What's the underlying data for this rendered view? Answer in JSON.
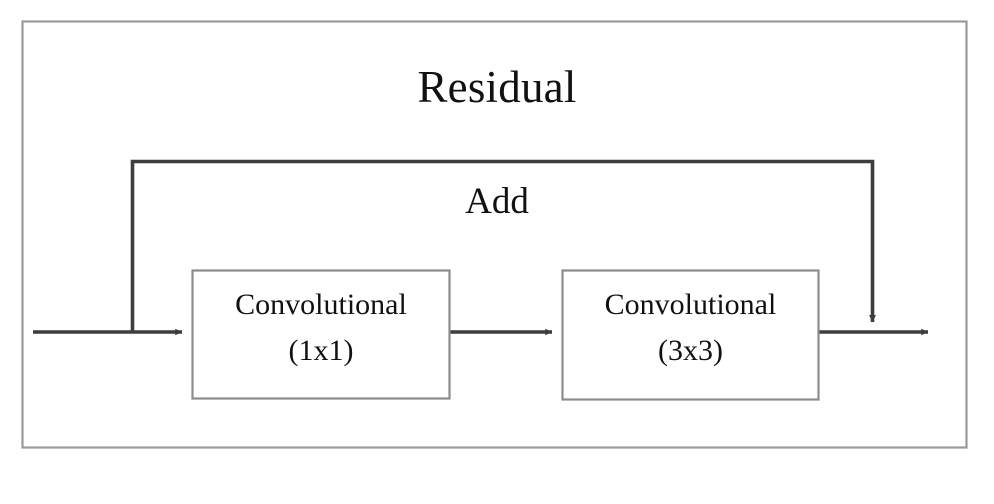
{
  "diagram": {
    "title": "Residual",
    "skip_connection_label": "Add",
    "blocks": [
      {
        "id": "conv-1x1",
        "line1": "Convolutional",
        "line2": "(1x1)"
      },
      {
        "id": "conv-3x3",
        "line1": "Convolutional",
        "line2": "(3x3)"
      }
    ],
    "colors": {
      "frame_border": "#9a9a9a",
      "block_border": "#8c8c8c",
      "block_fill": "#ffffff",
      "connector": "#3d3d3d",
      "text": "#111111",
      "background": "#ffffff"
    },
    "connectors": [
      {
        "id": "input-arrow",
        "from": "input",
        "to": "conv-1x1",
        "kind": "arrow"
      },
      {
        "id": "conv1-to-conv2-arrow",
        "from": "conv-1x1",
        "to": "conv-3x3",
        "kind": "arrow"
      },
      {
        "id": "conv2-to-output-arrow",
        "from": "conv-3x3",
        "to": "output",
        "kind": "arrow"
      },
      {
        "id": "skip-connection",
        "from": "input",
        "to": "output",
        "kind": "bypass-arrow"
      }
    ]
  }
}
